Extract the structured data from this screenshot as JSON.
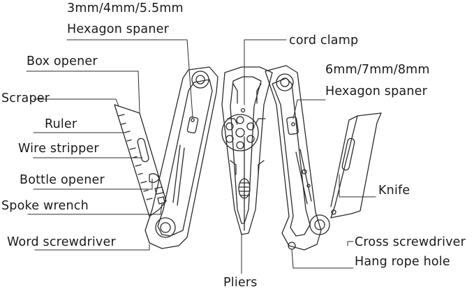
{
  "labels": {
    "hex_small_size": "3mm/4mm/5.5mm",
    "hex_small_name": "Hexagon spaner",
    "cord_clamp": "cord clamp",
    "box_opener": "Box opener",
    "hex_large_size": "6mm/7mm/8mm",
    "hex_large_name": "Hexagon spaner",
    "scraper": "Scraper",
    "ruler": "Ruler",
    "wire_stripper": "Wire stripper",
    "bottle_opener": "Bottle opener",
    "knife": "Knife",
    "spoke_wrench": "Spoke wrench",
    "word_screwdriver": "Word screwdriver",
    "cross_screwdriver": "Cross screwdriver",
    "hang_rope_hole": "Hang rope hole",
    "pliers": "Pliers"
  },
  "colors": {
    "line": "#2b2b2b",
    "text": "#1a1a1a",
    "background": "#ffffff"
  }
}
